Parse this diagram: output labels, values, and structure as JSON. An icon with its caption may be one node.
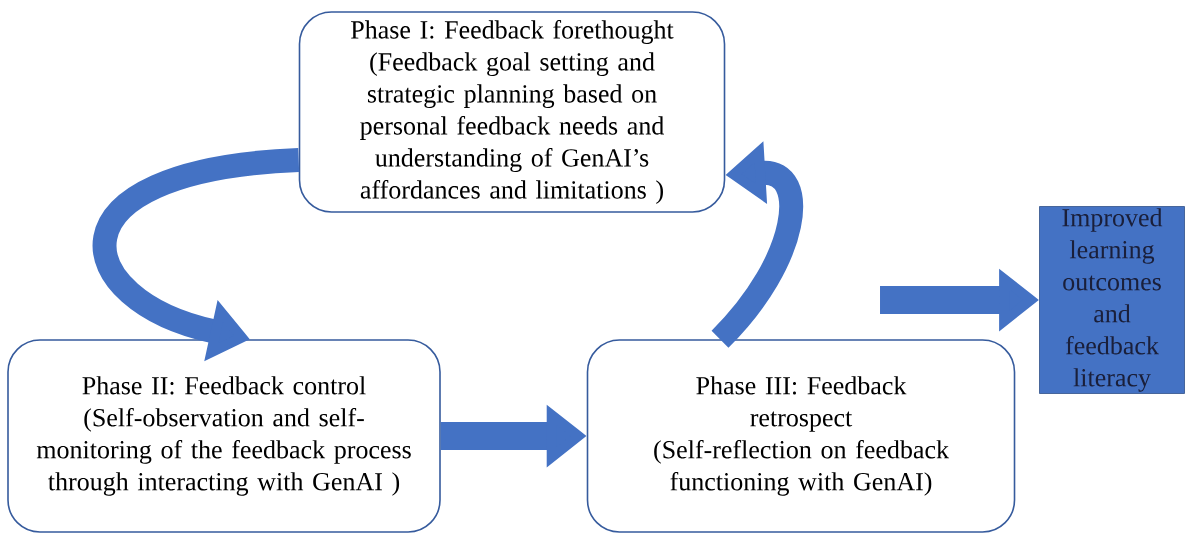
{
  "diagram": {
    "nodes": [
      {
        "text": [
          "Phase I: Feedback forethought",
          "(Feedback goal setting and strategic planning based on personal feedback needs and understanding of GenAI’s affordances and limitations )"
        ]
      },
      {
        "text": [
          "Phase II: Feedback control",
          "(Self-observation and self-monitoring of the feedback process through interacting with GenAI )"
        ]
      },
      {
        "text": [
          "Phase III: Feedback retrospect",
          "(Self-reflection on feedback functioning with GenAI)"
        ]
      },
      {
        "text": [
          "Improved learning outcomes and feedback literacy"
        ]
      }
    ],
    "edges": [
      {
        "from": 0,
        "to": 1,
        "arrow": "to"
      },
      {
        "from": 1,
        "to": 2,
        "arrow": "to"
      },
      {
        "from": 2,
        "to": 0,
        "arrow": "to"
      },
      {
        "from": null,
        "to": 3,
        "arrow": "to"
      }
    ]
  }
}
